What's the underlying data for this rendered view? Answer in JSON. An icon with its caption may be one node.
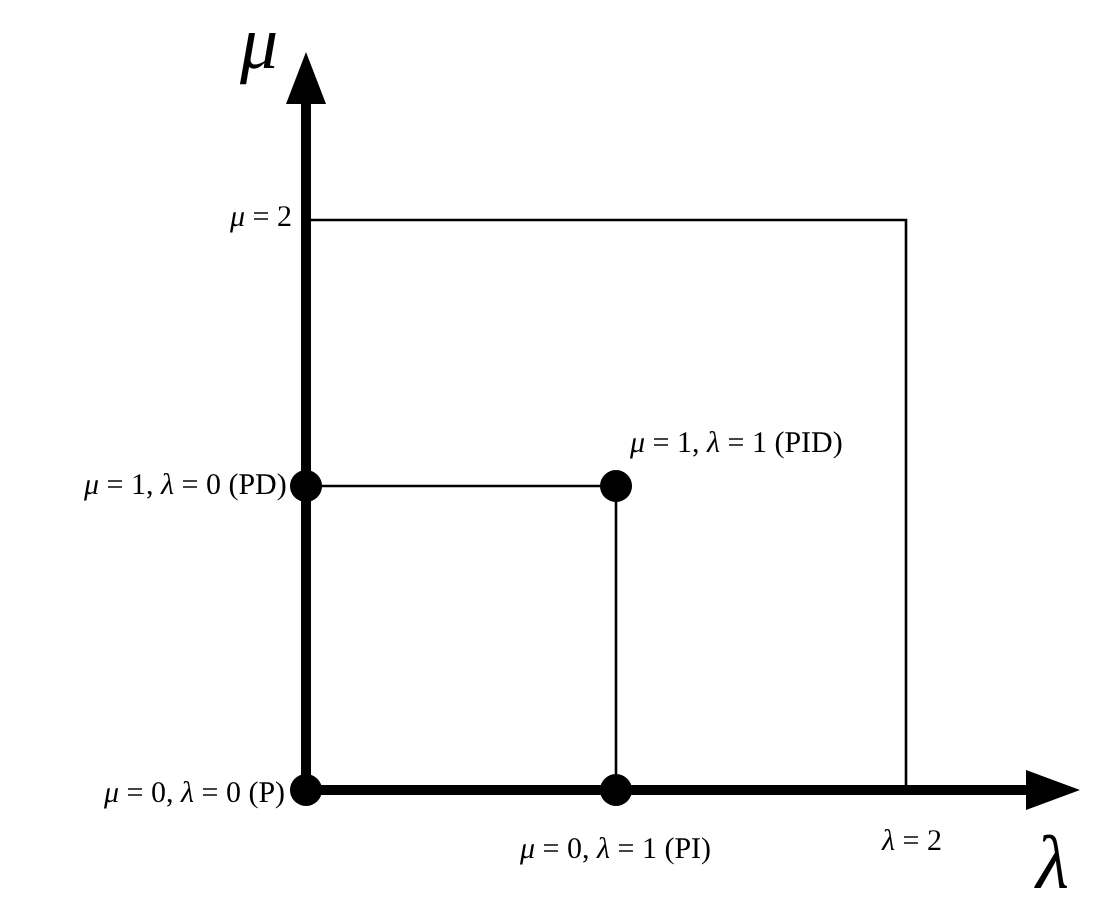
{
  "diagram": {
    "nodes": [
      {
        "text": [],
        "shape": "circle",
        "beside": [
          "*μ* = 1, *λ* = 0 (PD)"
        ]
      },
      {
        "text": [],
        "shape": "circle",
        "beside": [
          "*μ* = 1, *λ* = 1 (PID)"
        ]
      },
      {
        "text": [],
        "shape": "circle",
        "beside": [
          "*μ* = 0, *λ* = 0 (P)"
        ]
      },
      {
        "text": [],
        "shape": "circle",
        "beside": [
          "*μ* = 0, *λ* = 1 (PI)"
        ]
      }
    ],
    "edges": [
      {
        "from": 0,
        "to": 1,
        "arrow": "none"
      },
      {
        "from": 1,
        "to": 3,
        "arrow": "none"
      }
    ],
    "labels": [
      "μ",
      "*μ* = 2",
      "*λ* = 2",
      "λ"
    ]
  }
}
